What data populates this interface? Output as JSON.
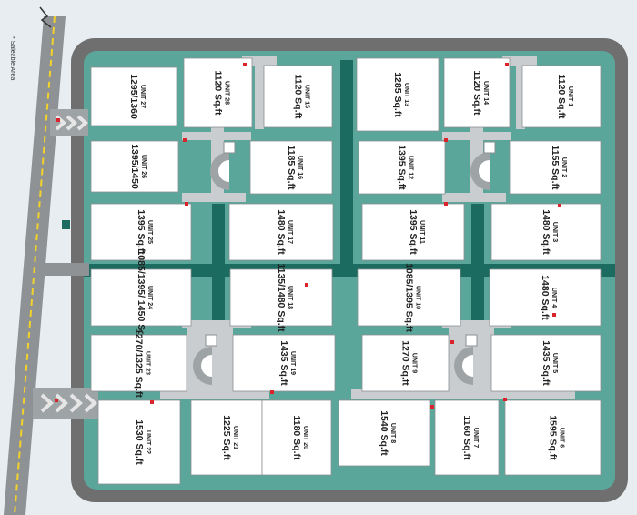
{
  "map": {
    "saleable_area_label": "* Saleable Area",
    "colors": {
      "background": "#e7edf0",
      "plot_border": "#6f6f6f",
      "landscape": "#5ba69a",
      "spine": "#1b6b60",
      "unit": "#ffffff",
      "service": "#c9cdcf",
      "road": "#8e9294",
      "access_marker": "#d9242c"
    },
    "units": [
      {
        "id": "u27",
        "name": "UNIT 27",
        "area": "1295/1360"
      },
      {
        "id": "u28",
        "name": "UNIT 28",
        "area": "1120 Sq.ft"
      },
      {
        "id": "u15",
        "name": "UNIT 15",
        "area": "1120 Sq.ft"
      },
      {
        "id": "u13",
        "name": "UNIT 13",
        "area": "1285 Sq.ft"
      },
      {
        "id": "u14",
        "name": "UNIT 14",
        "area": "1120 Sq.ft"
      },
      {
        "id": "u1",
        "name": "UNIT 1",
        "area": "1120 Sq.ft"
      },
      {
        "id": "u26",
        "name": "UNIT 26",
        "area": "1395/1450"
      },
      {
        "id": "u16",
        "name": "UNIT 16",
        "area": "1185 Sq.ft"
      },
      {
        "id": "u12",
        "name": "UNIT 12",
        "area": "1395 Sq.ft"
      },
      {
        "id": "u2",
        "name": "UNIT 2",
        "area": "1155 Sq.ft"
      },
      {
        "id": "u25",
        "name": "UNIT 25",
        "area": "1395 Sq.ft"
      },
      {
        "id": "u17",
        "name": "UNIT 17",
        "area": "1480 Sq.ft"
      },
      {
        "id": "u11",
        "name": "UNIT 11",
        "area": "1395 Sq.ft"
      },
      {
        "id": "u3",
        "name": "UNIT 3",
        "area": "1480 Sq.ft"
      },
      {
        "id": "u24",
        "name": "UNIT 24",
        "area": "1085/1395/ 1450 Sq.ft"
      },
      {
        "id": "u18",
        "name": "UNIT 18",
        "area": "1135/1480 Sq.ft"
      },
      {
        "id": "u10",
        "name": "UNIT 10",
        "area": "1085/1395 Sq.ft"
      },
      {
        "id": "u4",
        "name": "UNIT 4",
        "area": "1480 Sq.ft"
      },
      {
        "id": "u23",
        "name": "UNIT 23",
        "area": "1270/1325 Sq.ft"
      },
      {
        "id": "u19",
        "name": "UNIT 19",
        "area": "1435 Sq.ft"
      },
      {
        "id": "u9",
        "name": "UNIT 9",
        "area": "1270 Sq.ft"
      },
      {
        "id": "u5",
        "name": "UNIT 5",
        "area": "1435 Sq.ft"
      },
      {
        "id": "u22",
        "name": "UNIT 22",
        "area": "1530 Sq.ft"
      },
      {
        "id": "u21",
        "name": "UNIT 21",
        "area": "1225 Sq.ft"
      },
      {
        "id": "u20",
        "name": "UNIT 20",
        "area": "1180 Sq.ft"
      },
      {
        "id": "u8",
        "name": "UNIT 8",
        "area": "1540 Sq.ft"
      },
      {
        "id": "u7",
        "name": "UNIT 7",
        "area": "1160 Sq.ft"
      },
      {
        "id": "u6",
        "name": "UNIT 6",
        "area": "1595 Sq.ft"
      }
    ]
  }
}
